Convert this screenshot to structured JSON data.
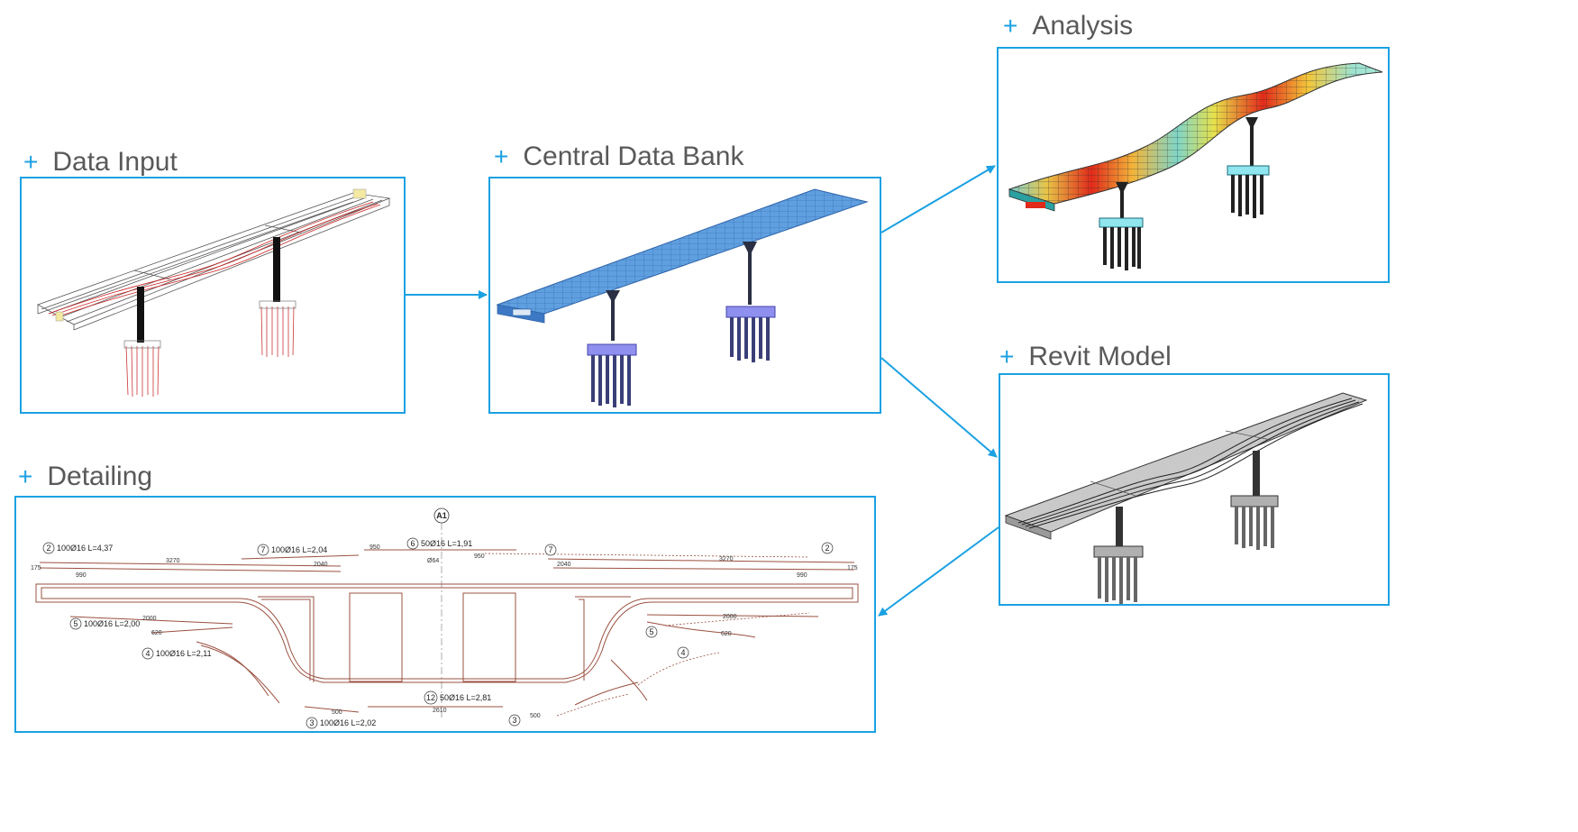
{
  "panels": {
    "data_input": {
      "title": "Data Input"
    },
    "central_data_bank": {
      "title": "Central Data Bank"
    },
    "analysis": {
      "title": "Analysis"
    },
    "revit_model": {
      "title": "Revit Model"
    },
    "detailing": {
      "title": "Detailing"
    }
  },
  "plus_symbol": "+",
  "colors": {
    "accent": "#1ba1e2",
    "title_text": "#595959"
  },
  "detailing_drawing": {
    "axis_label": "A1",
    "bar_marks": [
      {
        "id": "2",
        "text": "100Ø16 L=4,37"
      },
      {
        "id": "7",
        "text": "100Ø16 L=2,04"
      },
      {
        "id": "6",
        "text": "50Ø16 L=1,91"
      },
      {
        "id": "5",
        "text": "100Ø16 L=2,00"
      },
      {
        "id": "4",
        "text": "100Ø16 L=2,11"
      },
      {
        "id": "12",
        "text": "50Ø16 L=2,81"
      },
      {
        "id": "3",
        "text": "100Ø16 L=2,02"
      },
      {
        "id": "7",
        "text": ""
      },
      {
        "id": "2",
        "text": ""
      },
      {
        "id": "5",
        "text": ""
      },
      {
        "id": "4",
        "text": ""
      },
      {
        "id": "3",
        "text": ""
      }
    ],
    "dimensions": [
      "3270",
      "3270",
      "2040",
      "2040",
      "950",
      "950",
      "990",
      "990",
      "2000",
      "2000",
      "620",
      "620",
      "2610",
      "500",
      "500",
      "175",
      "175",
      "Ø64"
    ]
  }
}
